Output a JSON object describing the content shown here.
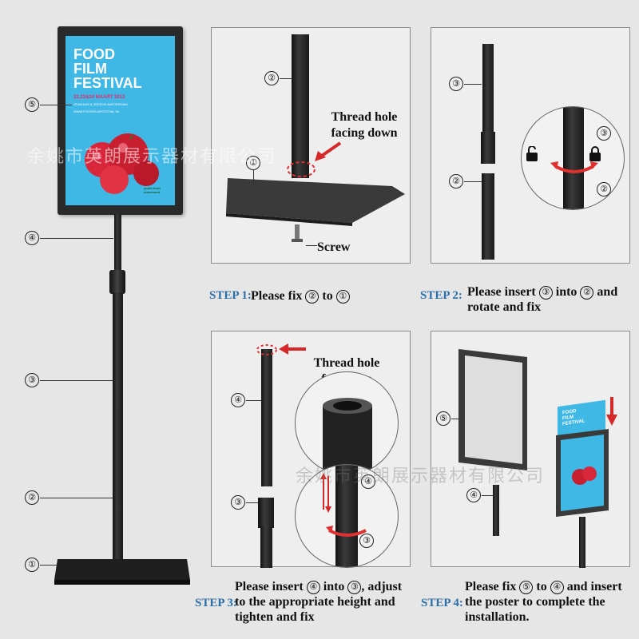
{
  "poster": {
    "title_line1": "FOOD",
    "title_line2": "FILM",
    "title_line3": "FESTIVAL",
    "date": "22,23&24 MAART 2013",
    "venue": "STADHUIS & ZEEDIJK AMSTERDAM",
    "url": "WWW.FOODFILMFESTIVAL.NL",
    "logo": "youth food movement",
    "bg_color": "#3fb8e6"
  },
  "stand_labels": [
    "⑤",
    "④",
    "③",
    "②",
    "①"
  ],
  "step1": {
    "label": "STEP 1:",
    "text_before": "Please fix",
    "num_a": "②",
    "text_mid": "to",
    "num_b": "①",
    "callout": "Thread hole facing down",
    "screw": "Screw",
    "n2": "②",
    "n1": "①"
  },
  "step2": {
    "label": "STEP 2:",
    "text_before": "Please insert",
    "num_a": "③",
    "text_mid": "into",
    "num_b": "②",
    "text_after": "and",
    "line2": "rotate and fix",
    "n3": "③",
    "n2": "②"
  },
  "step3": {
    "label": "STEP 3:",
    "line1_before": "Please insert",
    "num_a": "④",
    "line1_mid": "into",
    "num_b": "③",
    "line1_after": ", adjust",
    "line2": "to the appropriate height and",
    "line3": "tighten and fix",
    "callout": "Thread hole facing up",
    "n4": "④",
    "n3": "③"
  },
  "step4": {
    "label": "STEP 4:",
    "line1_before": "Please fix",
    "num_a": "⑤",
    "line1_mid": "to",
    "num_b": "④",
    "line1_after": "and insert",
    "line2": "the poster to complete the",
    "line3": "installation.",
    "n5": "⑤",
    "n4": "④"
  },
  "watermark": "余姚市英朗展示器材有限公司"
}
